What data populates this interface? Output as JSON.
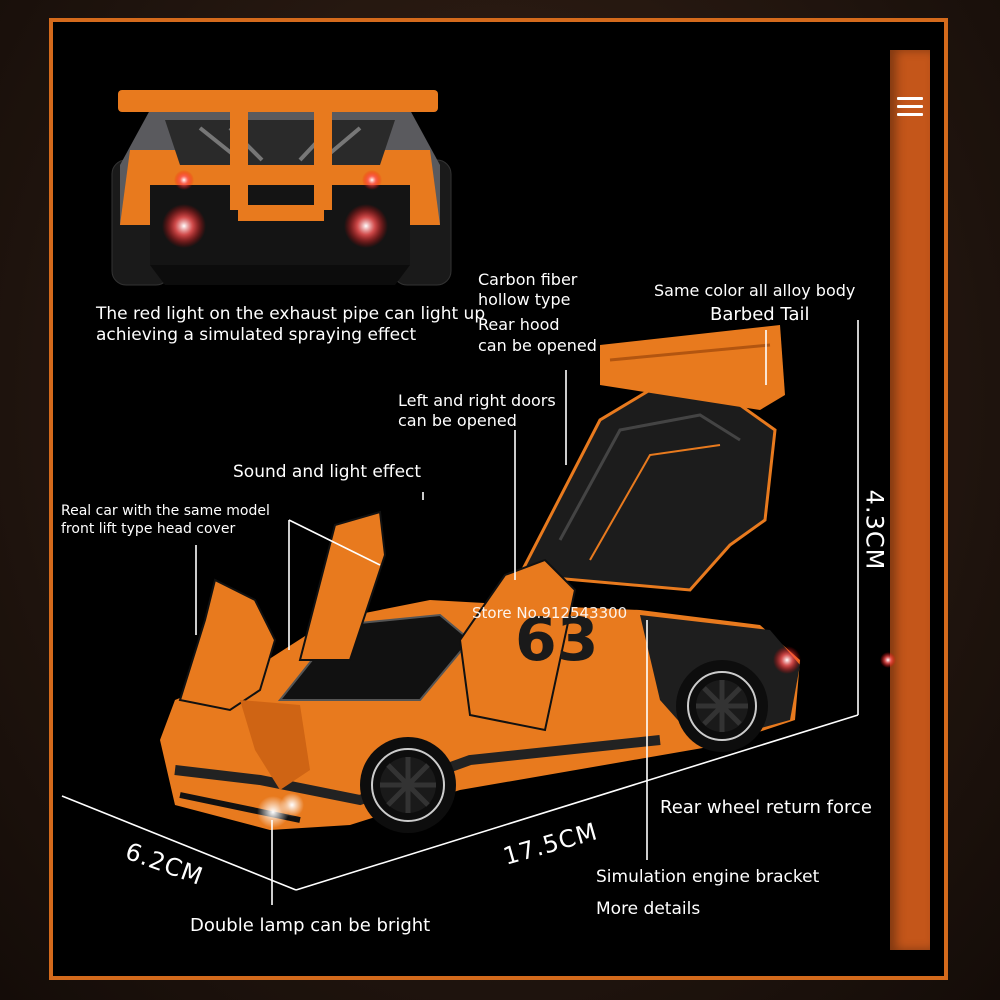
{
  "captions": {
    "exhaust_line1": "The red light on the exhaust pipe can light up",
    "exhaust_line2": "achieving a simulated spraying effect",
    "carbon_line1": "Carbon fiber",
    "carbon_line2": "hollow type",
    "hood_line1": "Rear hood",
    "hood_line2": "can be opened",
    "body_line1": "Same color all alloy body",
    "body_line2": "Barbed Tail",
    "doors_line1": "Left and right doors",
    "doors_line2": "can be opened",
    "sound": "Sound and light effect",
    "front_line1": "Real car with the same model",
    "front_line2": "front lift type head cover",
    "rear_wheel": "Rear wheel return force",
    "engine_line1": "Simulation engine bracket",
    "engine_line2": "More details",
    "lamp": "Double lamp can be bright"
  },
  "dimensions": {
    "height": "4.3CM",
    "width": "6.2CM",
    "length": "17.5CM"
  },
  "watermark": "Store No.912543300",
  "colors": {
    "accent_orange": "#e87a1e",
    "frame_orange": "#d46a1c",
    "sidebar_orange": "#c4561a",
    "background": "#000000"
  },
  "icons": {
    "menu": "hamburger-menu-icon"
  }
}
